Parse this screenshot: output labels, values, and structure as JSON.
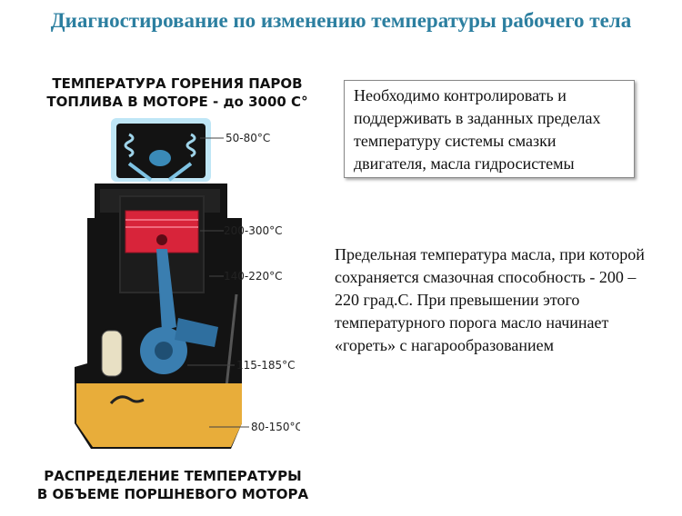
{
  "title": "Диагностирование по изменению температуры рабочего тела",
  "diagram": {
    "top_caption": "ТЕМПЕРАТУРА ГОРЕНИЯ ПАРОВ ТОПЛИВА В МОТОРЕ - до 3000 С°",
    "bottom_caption": "РАСПРЕДЕЛЕНИЕ ТЕМПЕРАТУРЫ В ОБЪЕМЕ ПОРШНЕВОГО МОТОРА",
    "temperature_labels": [
      "50-80°С",
      "200-300°С",
      "140-220°С",
      "115-185°С",
      "80-150°С"
    ],
    "colors": {
      "engine_body": "#111111",
      "piston": "#d8243a",
      "connecting_rod": "#3a7eb0",
      "oil_sump": "#e8ad3a",
      "head_highlight": "#bfe6f6"
    }
  },
  "boxed_note": "Необходимо контролировать и поддерживать в заданных пределах температуру системы смазки двигателя, масла гидросистемы",
  "note": "Предельная температура масла, при которой сохраняется смазочная способность - 200 – 220 град.С. При превышении этого температурного порога масло начинает «гореть» с нагарообразованием"
}
